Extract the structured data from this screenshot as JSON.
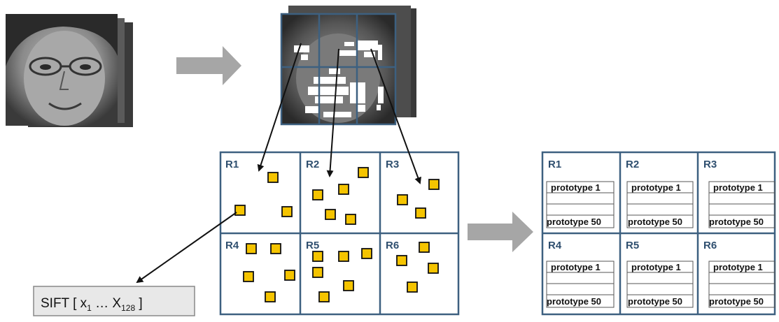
{
  "region_grid": {
    "labels": [
      "R1",
      "R2",
      "R3",
      "R4",
      "R5",
      "R6"
    ]
  },
  "prototype_table": {
    "labels": [
      "R1",
      "R2",
      "R3",
      "R4",
      "R5",
      "R6"
    ],
    "first_row_label": "prototype 1",
    "last_row_label": "prototype 50"
  },
  "sift_box": {
    "prefix": "SIFT [ x",
    "sub1": "1",
    "middle": " … X",
    "sub2": "128",
    "suffix": " ]"
  },
  "colors": {
    "grid_border": "#3d6080",
    "keypoint_fill": "#f5c400",
    "keypoint_border": "#111111",
    "arrow": "#111111",
    "big_arrow": "#a6a6a6",
    "sift_box_fill": "#e8e8e8"
  }
}
